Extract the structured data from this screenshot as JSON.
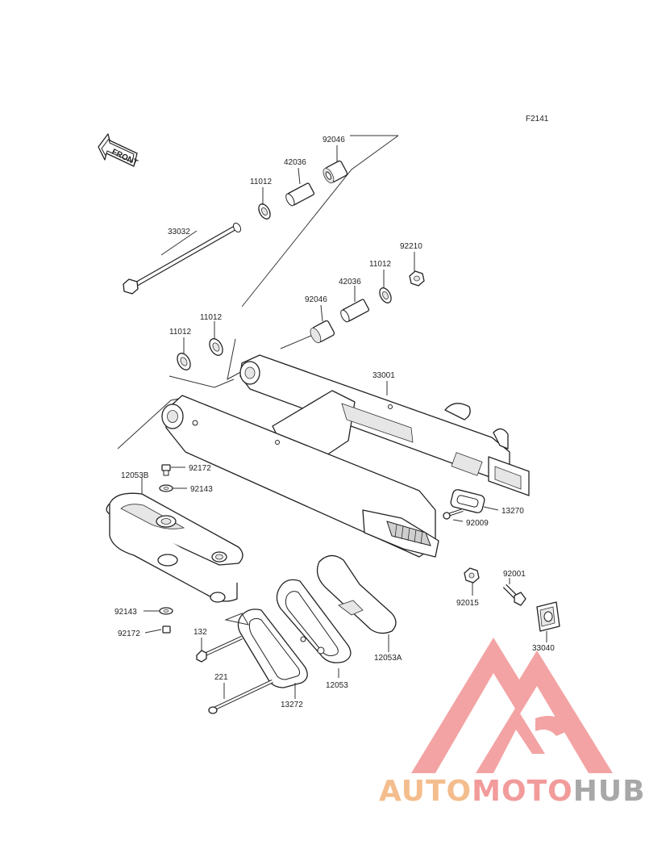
{
  "sheet_id": "F2141",
  "front_marker": "FRONT",
  "labels": [
    {
      "key": "l92046a",
      "text": "92046"
    },
    {
      "key": "l42036a",
      "text": "42036"
    },
    {
      "key": "l11012a",
      "text": "11012"
    },
    {
      "key": "l33032",
      "text": "33032"
    },
    {
      "key": "l92210",
      "text": "92210"
    },
    {
      "key": "l11012b",
      "text": "11012"
    },
    {
      "key": "l42036b",
      "text": "42036"
    },
    {
      "key": "l92046b",
      "text": "92046"
    },
    {
      "key": "l11012c",
      "text": "11012"
    },
    {
      "key": "l11012d",
      "text": "11012"
    },
    {
      "key": "l33001",
      "text": "33001"
    },
    {
      "key": "l12053B",
      "text": "12053B"
    },
    {
      "key": "l92172a",
      "text": "92172"
    },
    {
      "key": "l92143a",
      "text": "92143"
    },
    {
      "key": "l13270",
      "text": "13270"
    },
    {
      "key": "l92009",
      "text": "92009"
    },
    {
      "key": "l92001",
      "text": "92001"
    },
    {
      "key": "l92015",
      "text": "92015"
    },
    {
      "key": "l92143b",
      "text": "92143"
    },
    {
      "key": "l92172b",
      "text": "92172"
    },
    {
      "key": "l132",
      "text": "132"
    },
    {
      "key": "l33040",
      "text": "33040"
    },
    {
      "key": "l12053A",
      "text": "12053A"
    },
    {
      "key": "l12053",
      "text": "12053"
    },
    {
      "key": "l221",
      "text": "221"
    },
    {
      "key": "l13272",
      "text": "13272"
    }
  ],
  "brand": {
    "part1": "AUTO",
    "part2": "MOTO",
    "part3": "HUB",
    "color1": "#f3b27a",
    "color2": "#f08a8a",
    "color3": "#9a9a9a",
    "logo_color": "#f08a8a"
  }
}
